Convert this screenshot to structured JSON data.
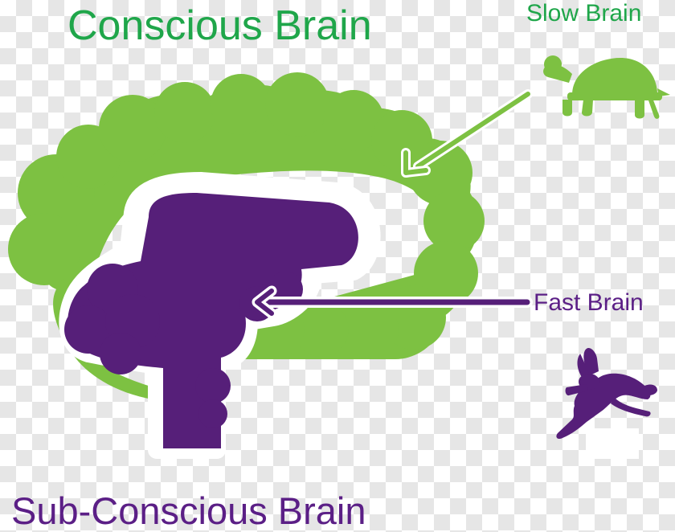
{
  "labels": {
    "conscious": "Conscious Brain",
    "slow": "Slow Brain",
    "fast": "Fast Brain",
    "subconscious": "Sub-Conscious Brain"
  },
  "colors": {
    "green": "#7dc142",
    "green_text": "#1fa64a",
    "purple": "#561f79",
    "purple_text": "#5b1f86"
  },
  "icons": {
    "slow": "tortoise-icon",
    "fast": "rabbit-icon"
  }
}
